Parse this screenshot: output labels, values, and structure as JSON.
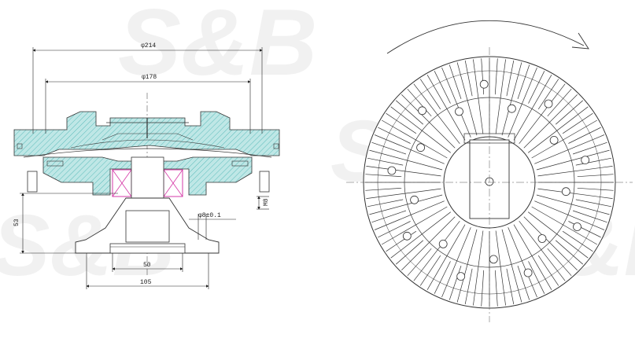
{
  "watermark": {
    "text": "S&B"
  },
  "dimensions": {
    "outer_diameter": "φ214",
    "inner_diameter": "φ178",
    "height": "53",
    "pilot_diameter": "50",
    "base_width": "105",
    "hole_diameter": "φ8±0.1",
    "flange_thickness": "M8"
  },
  "colors": {
    "line": "#333333",
    "section_fill": "#bfe7e6",
    "hatch": "#2fa8a8",
    "bearing": "#d63aa8",
    "center_line": "#555555"
  },
  "rotation_arrow": {
    "icon": "clockwise-arrow-icon"
  }
}
